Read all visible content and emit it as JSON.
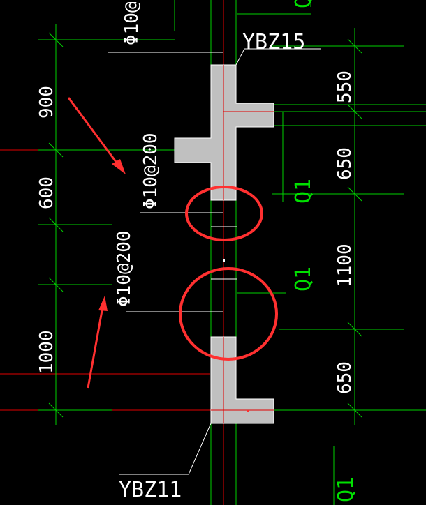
{
  "colors": {
    "background": "#000000",
    "dim_line": "#00d000",
    "axis": "#e00000",
    "wall": "#c0c0c0",
    "annotation": "#ff3030",
    "text": "#ffffff",
    "wall_edge": "#ffffff"
  },
  "labels": {
    "ybz_top": "YBZ15",
    "ybz_bottom": "YBZ11",
    "rebar_top_cut": "Φ10@",
    "rebar_1": "Φ10@200",
    "rebar_2": "Φ10@200",
    "q1_upper": "Q1",
    "q1_mid": "Q1",
    "q1_bottom": "Q1",
    "top_right_partial": "Q"
  },
  "dimensions_left": {
    "d1": "900",
    "d2": "600",
    "d3": "1000"
  },
  "dimensions_right": {
    "d1": "550",
    "d2": "650",
    "d3": "1100",
    "d4": "650"
  }
}
